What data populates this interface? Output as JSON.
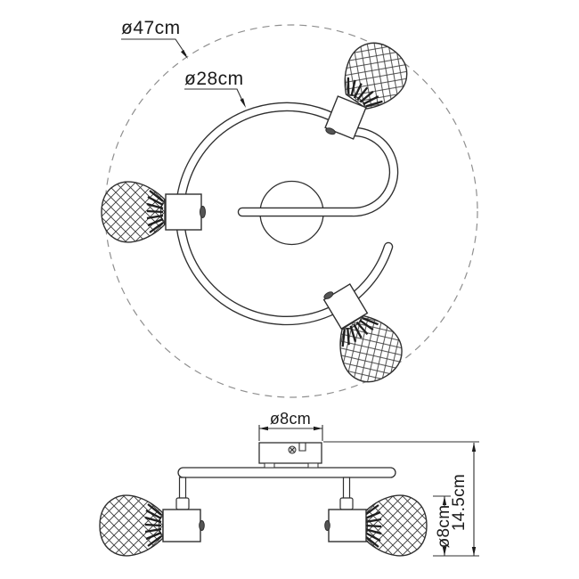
{
  "drawing": {
    "description": "ceiling spotlight fixture technical dimension drawing, top view and side view",
    "top_view": {
      "outer_diameter_label": "ø47cm",
      "ring_diameter_label": "ø28cm"
    },
    "side_view": {
      "canopy_diameter_label": "ø8cm",
      "shade_diameter_label": "ø8cm",
      "fixture_height_label": "14.5cm"
    },
    "colors": {
      "background": "#ffffff",
      "line": "#2f2f2f",
      "dashed_line": "#8f8f8f",
      "label_text": "#1b1b1b"
    }
  }
}
